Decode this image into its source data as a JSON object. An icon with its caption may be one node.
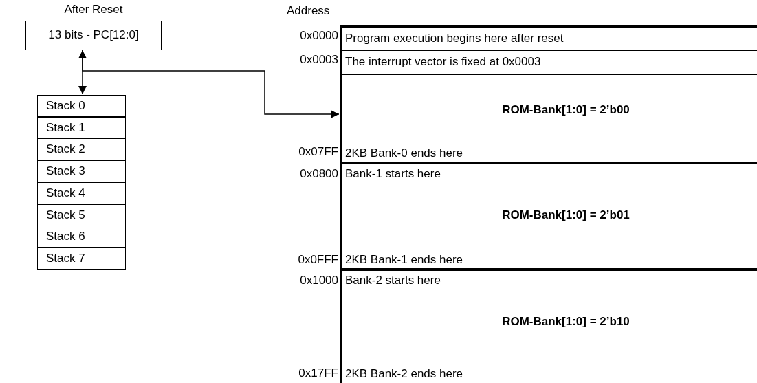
{
  "diagram": {
    "nodes": [
      {
        "text": [
          "After Reset",
          "13 bits - PC[12:0]"
        ]
      },
      {
        "text": [
          "Stack 0"
        ]
      },
      {
        "text": [
          "Stack 1"
        ]
      },
      {
        "text": [
          "Stack 2"
        ]
      },
      {
        "text": [
          "Stack 3"
        ]
      },
      {
        "text": [
          "Stack 4"
        ]
      },
      {
        "text": [
          "Stack 5"
        ]
      },
      {
        "text": [
          "Stack 6"
        ]
      },
      {
        "text": [
          "Stack 7"
        ]
      },
      {
        "text": [
          "ROM-Bank[1:0] = 2’b00",
          "2KB Bank-0 ends here"
        ]
      },
      {
        "text": [
          "Program execution begins here after reset"
        ],
        "in": 9
      },
      {
        "text": [
          "The interrupt vector is fixed at 0x0003"
        ],
        "in": 9
      },
      {
        "text": [
          "Bank-1 starts here",
          "ROM-Bank[1:0] = 2’b01",
          "2KB Bank-1 ends here"
        ]
      },
      {
        "text": [
          "Bank-2 starts here",
          "ROM-Bank[1:0] = 2’b10",
          "2KB Bank-2 ends here"
        ]
      }
    ],
    "edges": [
      {
        "from": 0,
        "to": 1,
        "arrow": "both"
      },
      {
        "from": 0,
        "to": 9,
        "arrow": "to"
      }
    ],
    "labels": [
      "Address",
      "0x0000",
      "0x0003",
      "0x07FF",
      "0x0800",
      "0x0FFF",
      "0x1000",
      "0x17FF"
    ]
  }
}
